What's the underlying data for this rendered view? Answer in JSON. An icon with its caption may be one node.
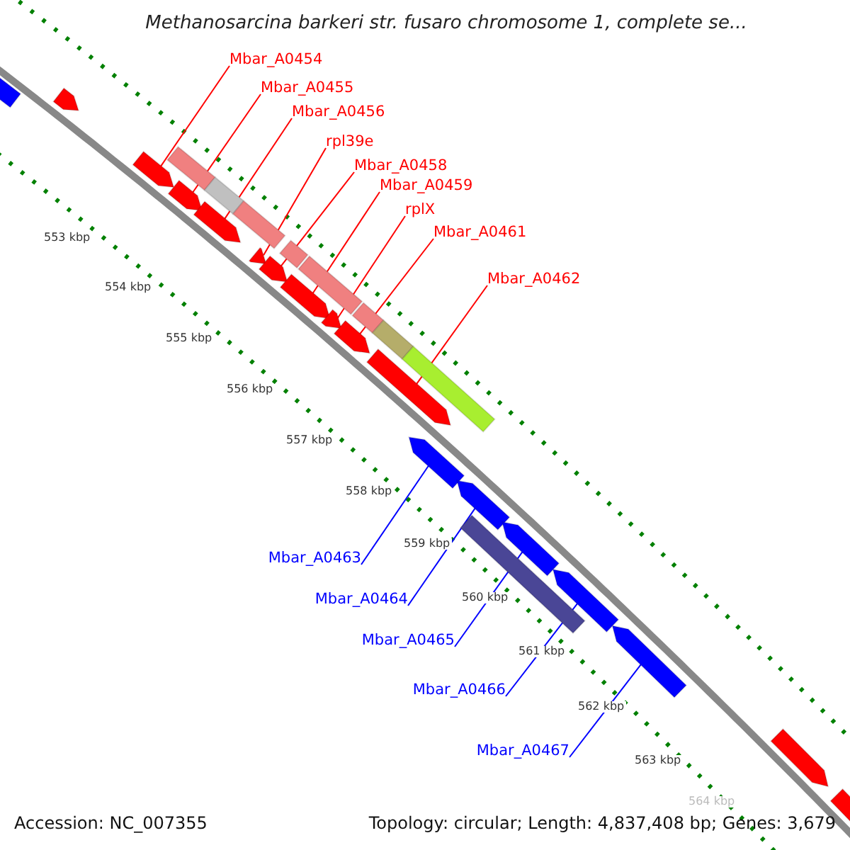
{
  "diagram": {
    "title": "Methanosarcina barkeri str. fusaro chromosome 1, complete se...",
    "nodes": [
      {
        "text": [
          "Mbar_A0454"
        ]
      },
      {
        "text": [
          "Mbar_A0455"
        ]
      },
      {
        "text": [
          "Mbar_A0456"
        ]
      },
      {
        "text": [
          "rpl39e"
        ]
      },
      {
        "text": [
          "Mbar_A0458"
        ]
      },
      {
        "text": [
          "Mbar_A0459"
        ]
      },
      {
        "text": [
          "rplX"
        ]
      },
      {
        "text": [
          "Mbar_A0461"
        ]
      },
      {
        "text": [
          "Mbar_A0462"
        ]
      },
      {
        "text": [
          "Mbar_A0463"
        ]
      },
      {
        "text": [
          "Mbar_A0464"
        ]
      },
      {
        "text": [
          "Mbar_A0465"
        ]
      },
      {
        "text": [
          "Mbar_A0466"
        ]
      },
      {
        "text": [
          "Mbar_A0467"
        ]
      },
      {
        "text": [],
        "shape": "pentagon"
      },
      {
        "text": [],
        "shape": "pentagon"
      },
      {
        "text": [],
        "shape": "pentagon"
      },
      {
        "text": [],
        "shape": "pentagon"
      },
      {
        "text": [],
        "shape": "pentagon"
      },
      {
        "text": [],
        "shape": "pentagon"
      },
      {
        "text": [],
        "shape": "pentagon"
      },
      {
        "text": [],
        "shape": "pentagon"
      },
      {
        "text": [],
        "shape": "pentagon"
      },
      {
        "text": [],
        "shape": "pentagon"
      },
      {
        "text": [],
        "shape": "pentagon"
      },
      {
        "text": [],
        "shape": "pentagon"
      },
      {
        "text": [],
        "shape": "pentagon"
      },
      {
        "text": [],
        "shape": "pentagon"
      }
    ],
    "edges": [
      {
        "from": 0,
        "to": 14,
        "arrow": "none"
      },
      {
        "from": 1,
        "to": 15,
        "arrow": "none"
      },
      {
        "from": 2,
        "to": 16,
        "arrow": "none"
      },
      {
        "from": 3,
        "to": 17,
        "arrow": "none"
      },
      {
        "from": 4,
        "to": 18,
        "arrow": "none"
      },
      {
        "from": 5,
        "to": 19,
        "arrow": "none"
      },
      {
        "from": 6,
        "to": 20,
        "arrow": "none"
      },
      {
        "from": 7,
        "to": 21,
        "arrow": "none"
      },
      {
        "from": 8,
        "to": 22,
        "arrow": "none"
      },
      {
        "from": 9,
        "to": 23,
        "arrow": "none",
        "color": "#0000ff"
      },
      {
        "from": 10,
        "to": 24,
        "arrow": "none",
        "color": "#0000ff"
      },
      {
        "from": 11,
        "to": 25,
        "arrow": "none",
        "color": "#0000ff"
      },
      {
        "from": 12,
        "to": 26,
        "arrow": "none",
        "color": "#0000ff"
      },
      {
        "from": 13,
        "to": 27,
        "arrow": "none",
        "color": "#0000ff"
      }
    ],
    "labels": [
      "553 kbp",
      "554 kbp",
      "555 kbp",
      "556 kbp",
      "557 kbp",
      "558 kbp",
      "559 kbp",
      "560 kbp",
      "561 kbp",
      "562 kbp",
      "563 kbp",
      "564 kbp",
      "Accession: NC_007355",
      "Topology: circular; Length: 4,837,408 bp; Genes: 3,679"
    ]
  }
}
